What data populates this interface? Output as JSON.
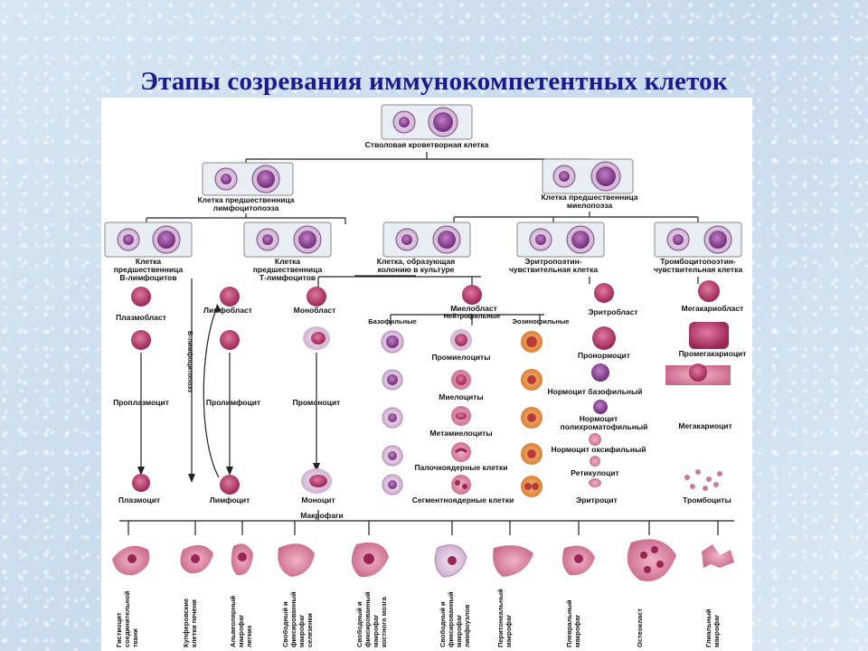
{
  "title": "Этапы созревания иммунокомпетентных клеток",
  "labels": {
    "stem": "Стволовая кроветворная клетка",
    "lymph_prec_1": "Клетка предшественница",
    "lymph_prec_2": "лимфоцитопоэза",
    "myelo_prec_1": "Клетка предшественница",
    "myelo_prec_2": "миелопоэза",
    "b_prec_1": "Клетка",
    "b_prec_2": "предшественница",
    "b_prec_3": "В-лимфоцитов",
    "t_prec_1": "Клетка",
    "t_prec_2": "предшественница",
    "t_prec_3": "Т-лимфоцитов",
    "colony_1": "Клетка, образующая",
    "colony_2": "колонию в культуре",
    "ery_sens_1": "Эритропоэтин-",
    "ery_sens_2": "чувствительная клетка",
    "thr_sens_1": "Тромбоцитопоэтин-",
    "thr_sens_2": "чувствительная клетка",
    "plasmoblast": "Плазмобласт",
    "lymphoblast": "Лимфобласт",
    "monoblast": "Монобласт",
    "myeloblast": "Миелобласт",
    "basophilic": "Базофильные",
    "neutrophilic": "Нейтрофильные",
    "eosinophilic": "Эозинофильные",
    "erythroblast": "Эритробласт",
    "megakaryoblast": "Мегакариобласт",
    "b_lymphopoiesis": "В-лимфоцитопоэз",
    "promyelocytes": "Промиелоциты",
    "pronormocyte": "Пронормоцит",
    "promegakaryocyte": "Промегакариоцит",
    "proplasmocyte": "Проплазмоцит",
    "prolymphocyte": "Пролимфоцит",
    "promonocyte": "Промоноцит",
    "myelocytes": "Миелоциты",
    "normo_baso": "Нормоцит базофильный",
    "normo_poly_1": "Нормоцит",
    "normo_poly_2": "полихроматофильный",
    "megakaryocyte": "Мегакариоцит",
    "metamyelocytes": "Метамиелоциты",
    "normo_oxy": "Нормоцит оксифильный",
    "band_cells": "Палочкоядерные клетки",
    "reticulocyte": "Ретикулоцит",
    "plasmocyte": "Плазмоцит",
    "lymphocyte": "Лимфоцит",
    "monocyte": "Моноцит",
    "segmented": "Сегментноядерные клетки",
    "erythrocyte": "Эритроцит",
    "thrombocytes": "Тромбоциты",
    "macrophages": "Макрофаги"
  },
  "macrophage_types": [
    "Гистиоцит соединительной ткани",
    "Купферовские клетки печени",
    "Альвеолярный макрофаг легких",
    "Свободный и фиксированный макрофаг селезенки",
    "Свободный и фиксированный макрофаг костного мозга",
    "Свободный и фиксированный макрофаг лимфоузлов",
    "Перитонеальный макрофаг",
    "Плевральный макрофаг",
    "Остеокласт",
    "Глиальный макрофаг"
  ],
  "colors": {
    "title": "#1a1a8c",
    "cell_purple": "#8e3a8f",
    "cell_magenta": "#b8336a",
    "cell_orange": "#e08a3a",
    "cell_light": "#e3cde3",
    "macro_pink": "#e8a8c0"
  }
}
